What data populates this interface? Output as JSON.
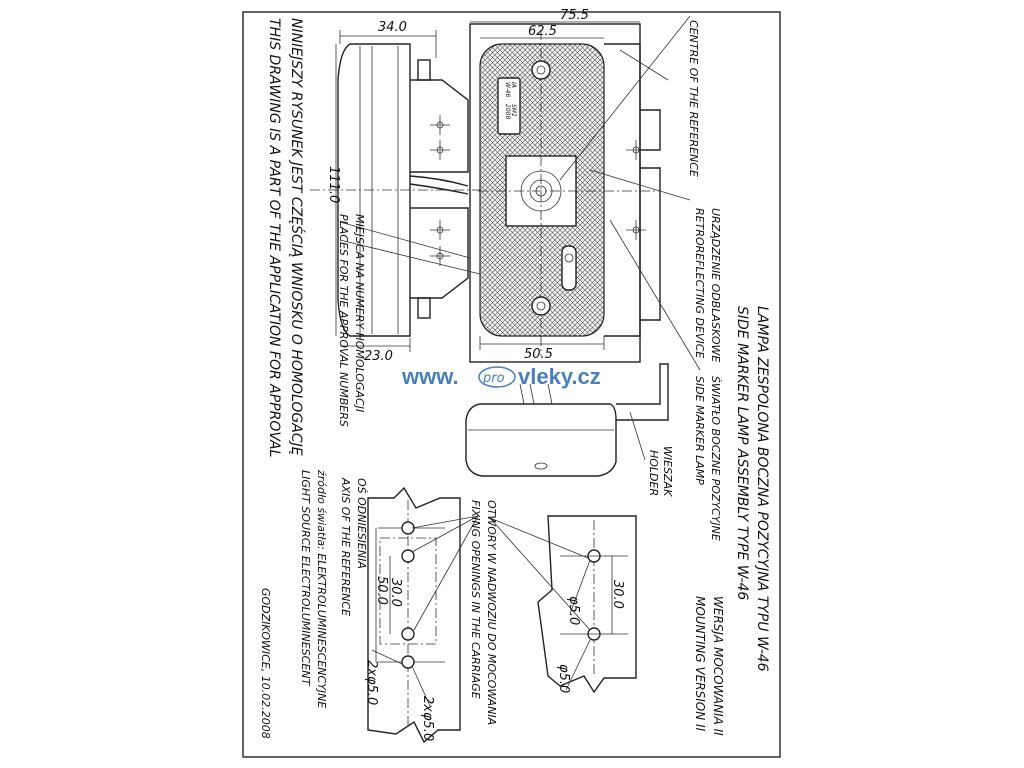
{
  "title_pl": "LAMPA ZESPOLONA BOCZNA POZYCYJNA TYPU W-46",
  "title_en": "SIDE MARKER LAMP ASSEMBLY TYPE W-46",
  "version_pl": "WERSJA MOCOWANIA II",
  "version_en": "MOUNTING VERSION II",
  "label_centre": "CENTRE OF THE REFERENCE",
  "label_retro_pl": "URZĄDZENIE ODBLASKOWE",
  "label_retro_en": "RETROREFLECTING DEVICE",
  "label_lamp_pl": "ŚWIATŁO BOCZNE POZYCYJNE",
  "label_lamp_en": "SIDE MARKER LAMP",
  "label_holder_pl": "WIESZAK",
  "label_holder_en": "HOLDER",
  "label_fix_pl": "OTWORY W NADWOZIU DO MOCOWANIA",
  "label_fix_en": "FIXING OPENINGS IN THE CARRIAGE",
  "label_axis_pl": "OŚ ODNIESIENIA",
  "label_axis_en": "AXIS OF THE REFERENCE",
  "label_source_pl": "źródło światła: ELEKTROLUMINESCENCYJNE",
  "label_source_en": "LIGHT SOURCE ELECTROLUMINESCENT",
  "place_date": "GODZIKOWICE, 10.02.2008",
  "label_approval_pl": "MIEJSCA NA NUMERY HOMOLOGACJI",
  "label_approval_en": "PLACES FOR THE APPROVAL NUMBERS",
  "note_pl": "NINIEJSZY RYSUNEK JEST CZĘŚCIĄ WNIOSKU O HOMOLOGACJĘ",
  "note_en": "THIS DRAWING IS A PART OF THE APPLICATION FOR APPROVAL",
  "dim_34": "34.0",
  "dim_755": "75.5",
  "dim_625": "62.5",
  "dim_111": "111.0",
  "dim_23": "23.0",
  "dim_505": "50.5",
  "dim_30a": "30.0",
  "dim_50": "50.0",
  "dim_2x5": "2xφ5.0",
  "dim_2x5b": "2xφ5.0",
  "dim_30b": "30.0",
  "dim_phi5a": "φ5.0",
  "dim_phi5b": "φ5.0",
  "marking_1": "IA",
  "marking_2": "W-46",
  "marking_3": "SM1",
  "marking_4": "2008",
  "watermark_1": "www.",
  "watermark_2": "pro",
  "watermark_3": "vleky.cz",
  "colors": {
    "line": "#222222",
    "watermark_blue": "#4a7fb8",
    "background": "#ffffff"
  }
}
